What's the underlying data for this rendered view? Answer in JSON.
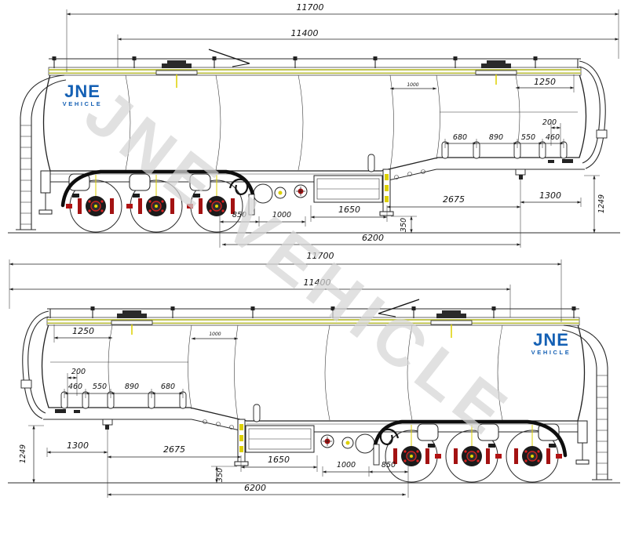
{
  "watermark_text": "JNE VEHICLE",
  "logo": {
    "brand": "JNE",
    "sub": "VEHICLE"
  },
  "colors": {
    "logo_blue": "#1460b4",
    "catwalk_yellow": "#b9bd3a",
    "detail_red": "#b01212",
    "detail_yellow": "#ddd000",
    "line": "#222222",
    "watermark_gray": "#d6d6d6"
  },
  "dimensions_mm": {
    "d11700": "11700",
    "d11400": "11400",
    "d1250": "1250",
    "d1000": "1000",
    "d200": "200",
    "d680": "680",
    "d890": "890",
    "d550": "550",
    "d460": "460",
    "d850": "850",
    "d1650": "1650",
    "d350": "350",
    "d2675": "2675",
    "d1300": "1300",
    "d1249": "1249",
    "d6200": "6200"
  }
}
